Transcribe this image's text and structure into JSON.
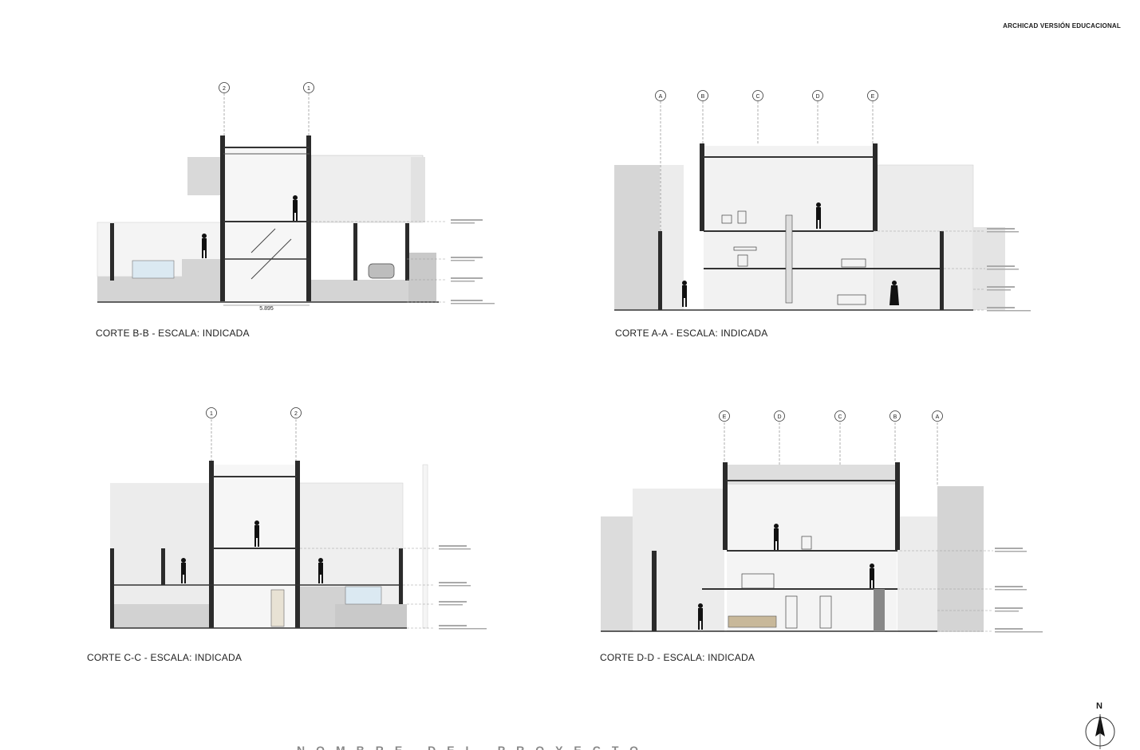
{
  "header": {
    "watermark": "ARCHICAD VERSIÓN EDUCACIONAL"
  },
  "sections": [
    {
      "caption": "CORTE B-B - ESCALA: INDICADA",
      "grid_axes": [
        "2",
        "1"
      ],
      "dimension": "5.895"
    },
    {
      "caption": "CORTE A-A - ESCALA: INDICADA",
      "grid_axes": [
        "A",
        "B",
        "C",
        "D",
        "E"
      ]
    },
    {
      "caption": "CORTE C-C - ESCALA: INDICADA",
      "grid_axes": [
        "1",
        "2"
      ]
    },
    {
      "caption": "CORTE D-D - ESCALA: INDICADA",
      "grid_axes": [
        "E",
        "D",
        "C",
        "B",
        "A"
      ]
    }
  ],
  "north_arrow": {
    "label": "N"
  },
  "footer": {
    "project_title": "NOMBRE DEL PROYECTO"
  },
  "colors": {
    "wall": "#2b2b2b",
    "fill_light": "#ececec",
    "fill_mid": "#d6d6d6",
    "fill_dark": "#bdbdbd",
    "water": "#dbe9f2",
    "line": "#555555"
  }
}
